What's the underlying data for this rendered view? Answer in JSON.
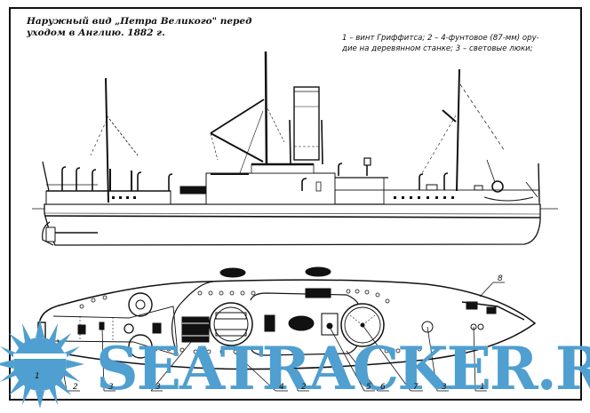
{
  "caption": {
    "title_line1": "Наружный вид „Петра Великого\" перед",
    "title_line2": "уходом в Англию. 1882 г.",
    "legend_line1": "1 – винт Гриффитса; 2 – 4-фунтовое (87-мм) ору-",
    "legend_line2": "дие на деревянном станке; 3 – световые люки;"
  },
  "views": {
    "profile": "side-elevation",
    "plan": "deck-plan"
  },
  "callouts": {
    "bottom": [
      "1",
      "2",
      "3",
      "3",
      "4",
      "2",
      "5",
      "6",
      "7",
      "3",
      "1"
    ],
    "bow": "8"
  },
  "watermark": {
    "text": "SEATRACKER.RU",
    "color": "#4f9fd0"
  }
}
